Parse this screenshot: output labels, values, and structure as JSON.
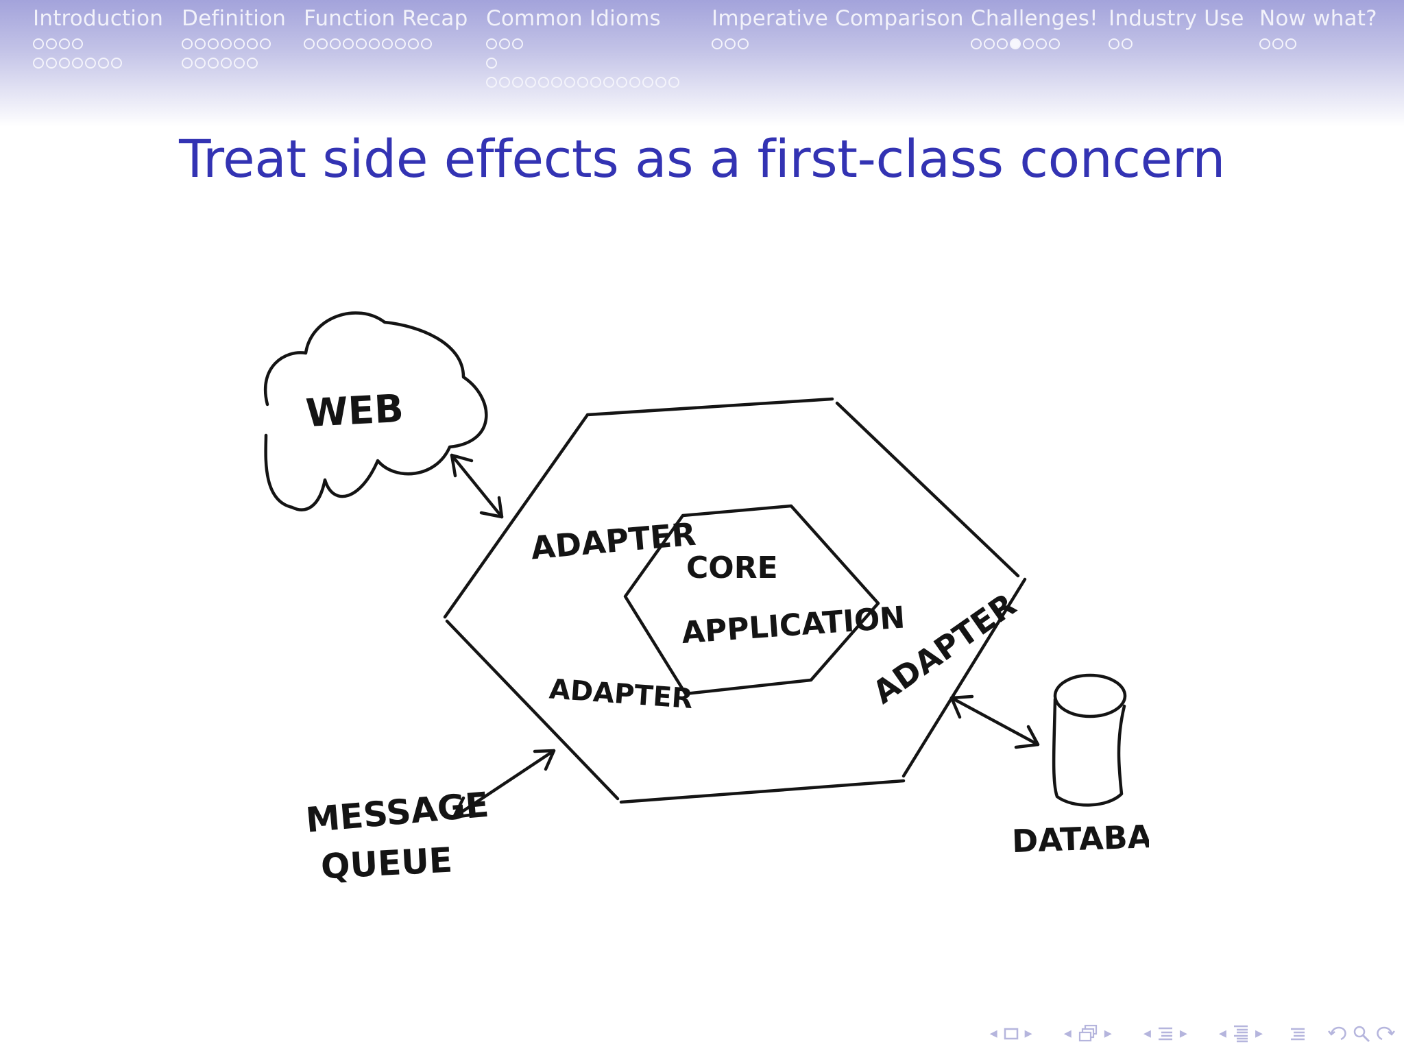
{
  "headline": {
    "sections": [
      {
        "label": "Introduction",
        "rows": [
          4,
          7
        ],
        "current": -1
      },
      {
        "label": "Definition",
        "rows": [
          7,
          6
        ],
        "current": -1
      },
      {
        "label": "Function Recap",
        "rows": [
          10
        ],
        "current": -1
      },
      {
        "label": "Common Idioms",
        "rows": [
          3,
          1,
          15
        ],
        "current": -1
      },
      {
        "label": "Imperative Comparison",
        "rows": [
          3
        ],
        "current": -1
      },
      {
        "label": "Challenges!",
        "rows": [
          7
        ],
        "current": 3
      },
      {
        "label": "Industry Use",
        "rows": [
          2
        ],
        "current": -1
      },
      {
        "label": "Now what?",
        "rows": [
          3
        ],
        "current": -1
      }
    ]
  },
  "slide": {
    "title": "Treat side effects as a first-class concern"
  },
  "diagram": {
    "labels": {
      "web": "WEB",
      "core_line1": "CORE",
      "core_line2": "APPLICATION",
      "adapter_top": "ADAPTER",
      "adapter_bottom": "ADAPTER",
      "adapter_right": "ADAPTER",
      "queue_line1": "MESSAGE",
      "queue_line2": "QUEUE",
      "database": "DATABASE"
    }
  },
  "navigation": {
    "colors": {
      "nav": "#b5b5dd",
      "header_text": "#f2f2fa",
      "title": "#3333b3"
    },
    "icons": [
      "prev-arrow-icon",
      "frame-icon",
      "next-arrow-icon",
      "prev-arrow-icon",
      "subsection-icon",
      "next-arrow-icon",
      "prev-arrow-icon",
      "section-icon",
      "next-arrow-icon",
      "prev-arrow-icon",
      "document-icon",
      "next-arrow-icon",
      "alignment-icon",
      "back-icon",
      "search-icon",
      "forward-icon"
    ]
  }
}
